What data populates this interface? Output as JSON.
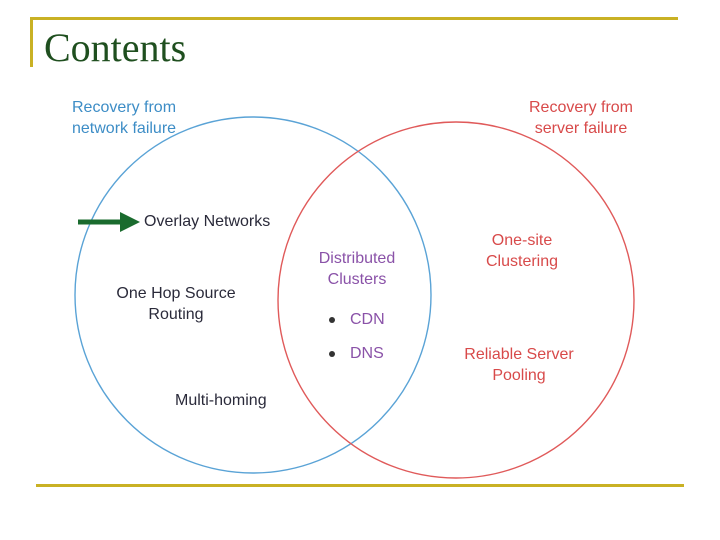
{
  "slide": {
    "title": "Contents"
  },
  "diagram": {
    "left_circle_label": [
      "Recovery from",
      "network failure"
    ],
    "right_circle_label": [
      "Recovery from",
      "server failure"
    ],
    "left_items": {
      "overlay": "Overlay Networks",
      "one_hop": [
        "One Hop Source",
        "Routing"
      ],
      "multihoming": "Multi-homing"
    },
    "center_items": {
      "distributed": [
        "Distributed",
        "Clusters"
      ],
      "bullets": [
        "CDN",
        "DNS"
      ]
    },
    "right_items": {
      "one_site": [
        "One-site",
        "Clustering"
      ],
      "reliable": [
        "Reliable Server",
        "Pooling"
      ]
    },
    "colors": {
      "left_circle": "#3d8dc6",
      "right_circle": "#d84a4a",
      "arrow": "#1a6b2e",
      "frame": "#c9b124"
    }
  }
}
